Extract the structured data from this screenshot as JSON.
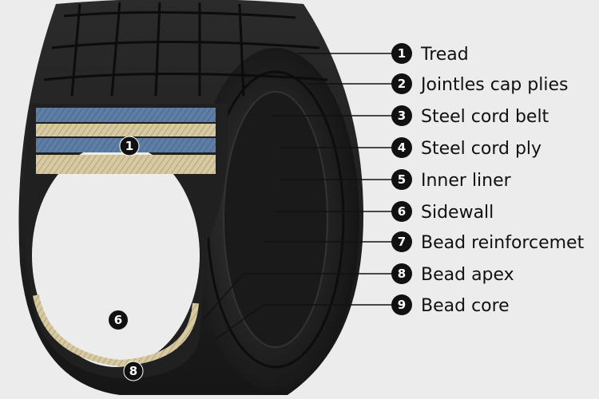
{
  "title": "Tire construction",
  "labels": [
    {
      "number": "1",
      "text": "Tread"
    },
    {
      "number": "2",
      "text": "Jointles cap plies"
    },
    {
      "number": "3",
      "text": "Steel cord belt"
    },
    {
      "number": "4",
      "text": "Steel cord ply"
    },
    {
      "number": "5",
      "text": "Inner liner"
    },
    {
      "number": "6",
      "text": "Sidewall"
    },
    {
      "number": "7",
      "text": "Bead reinforcemet"
    },
    {
      "number": "8",
      "text": "Bead apex"
    },
    {
      "number": "9",
      "text": "Bead core"
    }
  ],
  "markers": [
    "1",
    "6",
    "8"
  ],
  "colors": {
    "tire": "#1e1e1e",
    "belt_blue": "#5d7fa6",
    "ply_tan": "#d8c9a0",
    "background": "#ececec"
  }
}
